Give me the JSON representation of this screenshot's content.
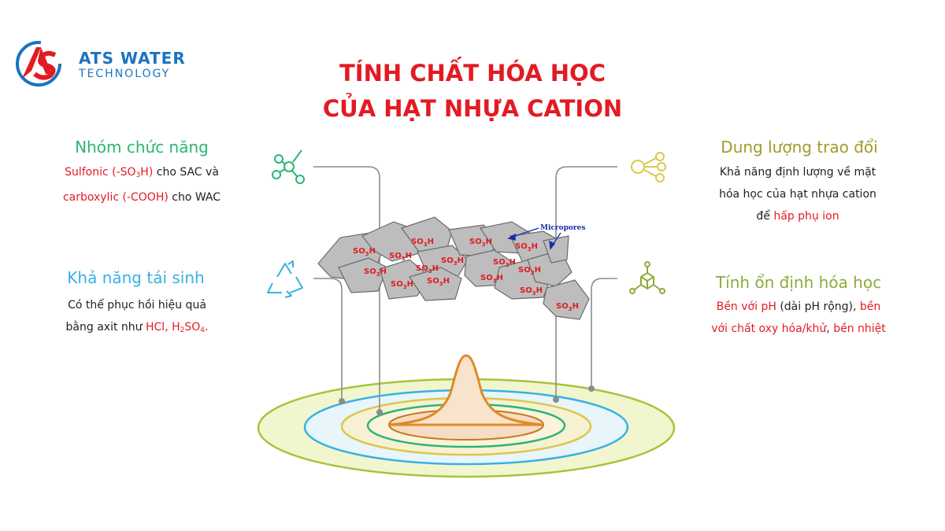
{
  "logo": {
    "line1": "ATS WATER",
    "line2": "TECHNOLOGY",
    "mark": "AS"
  },
  "title": {
    "line1": "TÍNH CHẤT HÓA HỌC",
    "line2": "CỦA HẠT NHỰA CATION"
  },
  "colors": {
    "title_red": "#e21b22",
    "logo_blue": "#1a73c2",
    "green": "#2bb673",
    "cyan": "#38b2e3",
    "olive": "#a19b2a",
    "lime": "#8cab3c",
    "resin_gray": "#bdbdbd"
  },
  "functional_group": {
    "heading": "Nhóm chức năng",
    "line1_red": "Sulfonic (-SO",
    "line1_sub": "3",
    "line1_red_end": "H)",
    "line1_rest": " cho SAC và",
    "line2_red": "carboxylic (-COOH)",
    "line2_rest": " cho WAC",
    "icon": "molecule-icon"
  },
  "regeneration": {
    "heading": "Khả năng tái sinh",
    "line1": "Có thể phục hồi hiệu quả",
    "line2_pre": "bằng axit như ",
    "line2_red": "HCl, H",
    "line2_sub": "2",
    "line2_red2": "SO",
    "line2_sub2": "4",
    "line2_end": ".",
    "icon": "recycle-icon"
  },
  "capacity": {
    "heading": "Dung lượng trao đổi",
    "line1": "Khả năng định lượng về mặt",
    "line2": "hóa học của hạt nhựa cation",
    "line3_pre": "để ",
    "line3_red": "hấp phụ ion",
    "icon": "share-nodes-icon"
  },
  "stability": {
    "heading": "Tính ổn định hóa học",
    "line1_red": "Bền với pH",
    "line1_mid": " (dài pH rộng), ",
    "line1_red2": "bền",
    "line2_red": "với chất oxy hóa/khử",
    "line2_mid": ", ",
    "line2_red2": "bền nhiệt",
    "icon": "cube-network-icon"
  },
  "resin": {
    "group_label": "SO",
    "group_sub": "3",
    "group_end": "H",
    "micropores_label": "Micropores"
  }
}
